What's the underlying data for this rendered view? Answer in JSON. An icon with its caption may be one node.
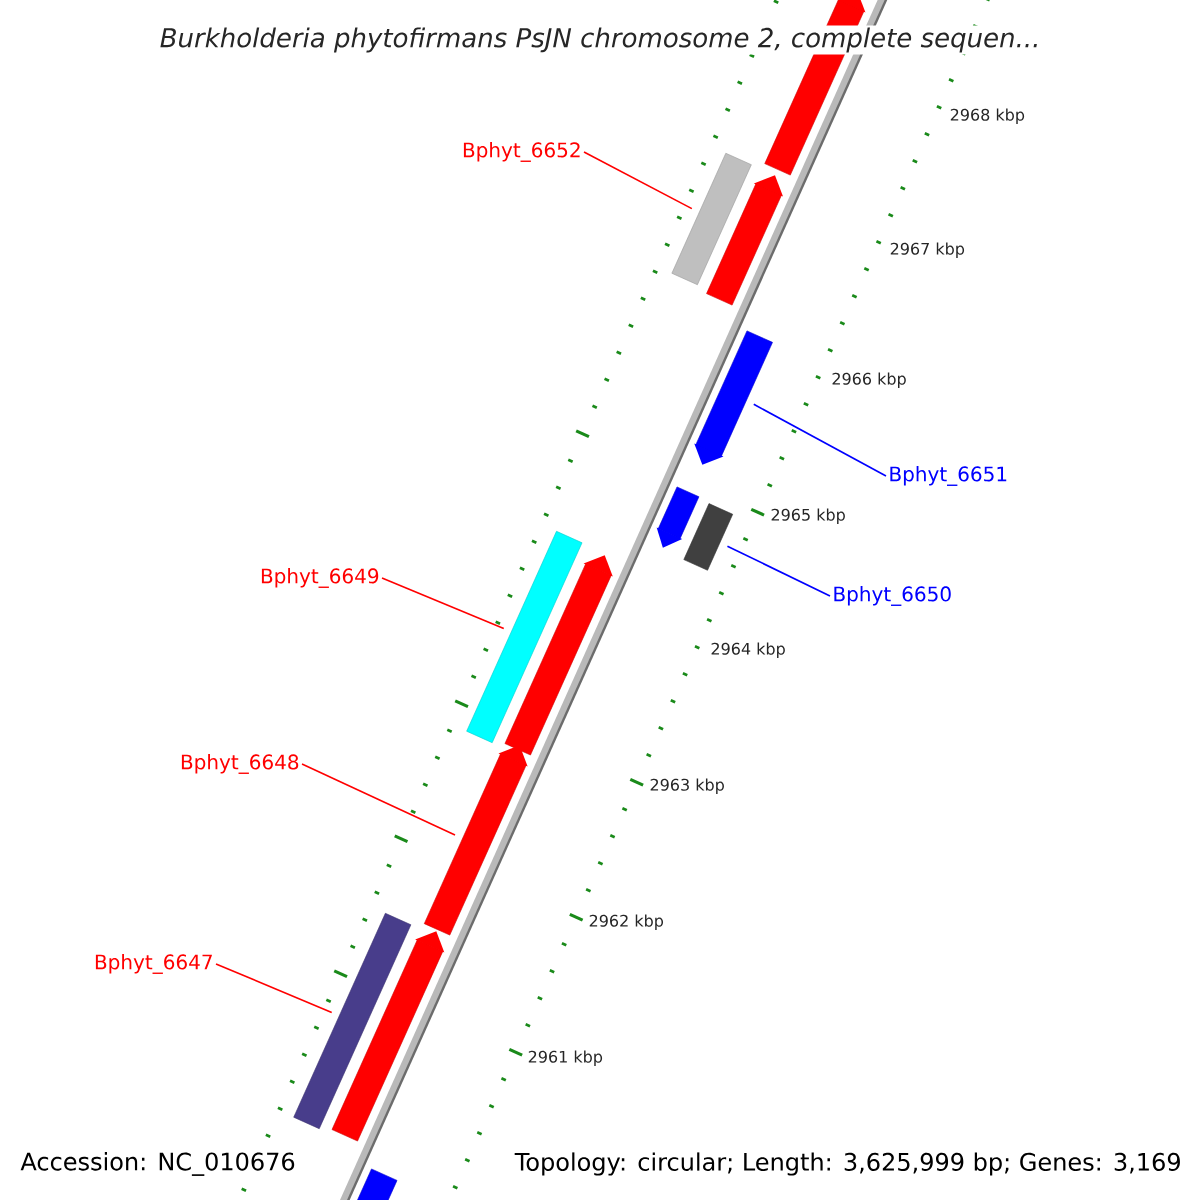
{
  "diagram": {
    "title": "Burkholderia phytofirmans PsJN chromosome 2, complete sequen...",
    "nodes": [
      {
        "text": [
          "Bphyt_6652"
        ]
      },
      {
        "text": [
          "Bphyt_6651"
        ]
      },
      {
        "text": [
          "Bphyt_6650"
        ]
      },
      {
        "text": [
          "Bphyt_6649"
        ]
      },
      {
        "text": [
          "Bphyt_6648"
        ]
      },
      {
        "text": [
          "Bphyt_6647"
        ]
      },
      {
        "text": [],
        "shape": "bar"
      },
      {
        "text": [],
        "shape": "bar"
      },
      {
        "text": [],
        "shape": "bar"
      },
      {
        "text": [],
        "shape": "bar"
      },
      {
        "text": [],
        "shape": "bar"
      },
      {
        "text": [],
        "shape": "bar"
      },
      {
        "text": [],
        "shape": "bar"
      },
      {
        "text": [],
        "shape": "bar"
      },
      {
        "text": [],
        "shape": "bar"
      },
      {
        "text": [],
        "shape": "bar"
      },
      {
        "text": [],
        "shape": "bar"
      },
      {
        "text": [],
        "shape": "bar"
      }
    ],
    "edges": [
      {
        "from": 0,
        "to": 7,
        "arrow": "none"
      },
      {
        "from": 1,
        "to": 9,
        "arrow": "none",
        "color": "#0000ff"
      },
      {
        "from": 2,
        "to": 11,
        "arrow": "none",
        "color": "#0000ff"
      },
      {
        "from": 3,
        "to": 12,
        "arrow": "none"
      },
      {
        "from": 4,
        "to": 14,
        "arrow": "none"
      },
      {
        "from": 5,
        "to": 15,
        "arrow": "none"
      }
    ],
    "labels": [
      "2968 kbp",
      "2967 kbp",
      "2966 kbp",
      "2965 kbp",
      "2964 kbp",
      "2963 kbp",
      "2962 kbp",
      "2961 kbp",
      "Accession: NC_010676",
      "Topology: circular; Length: 3,625,999 bp; Genes: 3,169"
    ]
  }
}
